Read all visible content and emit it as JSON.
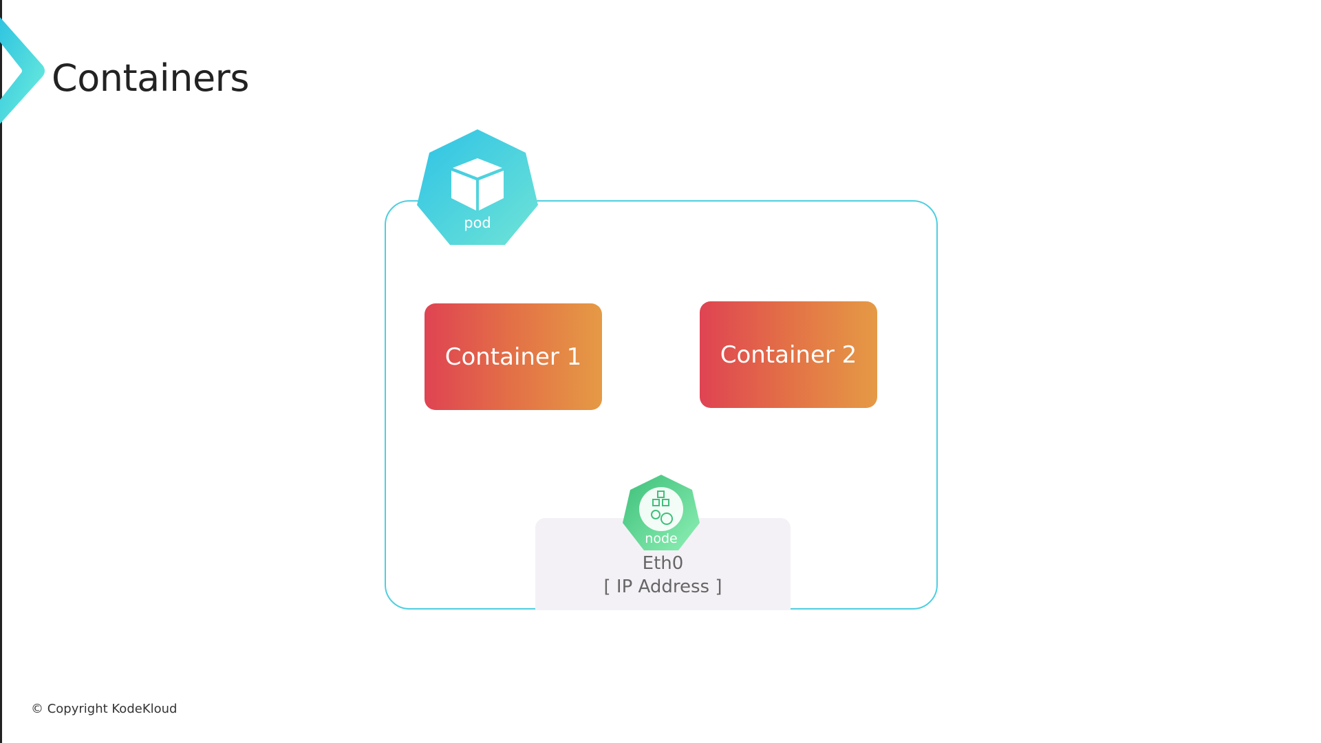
{
  "slide": {
    "title": "Containers",
    "copyright": "© Copyright KodeKloud"
  },
  "diagram": {
    "pod_label": "pod",
    "containers": [
      {
        "label": "Container 1"
      },
      {
        "label": "Container 2"
      }
    ],
    "node_label": "node",
    "interface": {
      "name": "Eth0",
      "address": "[ IP Address ]"
    }
  },
  "colors": {
    "accent": "#4ccfe0",
    "container_start": "#df4352",
    "container_end": "#e59a45",
    "node": "#4fd68f"
  }
}
